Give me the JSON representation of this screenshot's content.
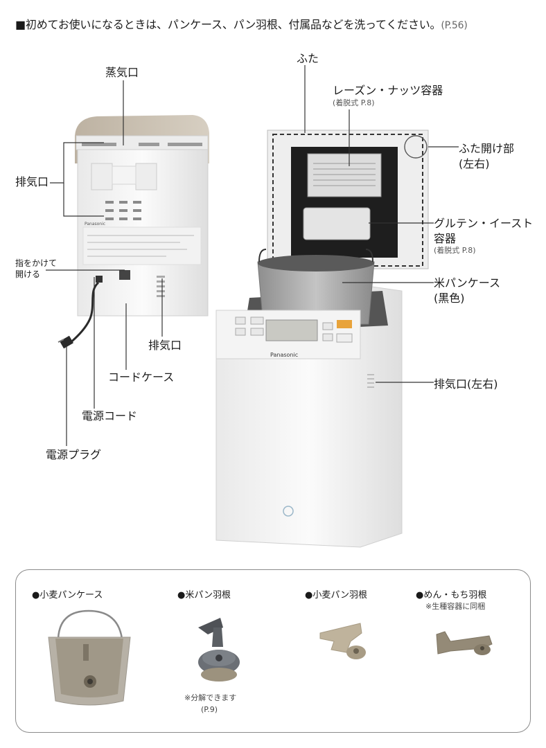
{
  "header": {
    "text": "■初めてお使いになるときは、パンケース、パン羽根、付属品などを洗ってください。",
    "ref": "(P.56)"
  },
  "labels": {
    "steam_vent": "蒸気口",
    "exhaust_back": "排気口",
    "finger_hold": "指をかけて",
    "finger_hold2": "開ける",
    "exhaust_side": "排気口",
    "cord_case": "コードケース",
    "power_cord": "電源コード",
    "power_plug": "電源プラグ",
    "lid": "ふた",
    "raisin_container": "レーズン・ナッツ容器",
    "raisin_note": "(着脱式 P.8)",
    "lid_open": "ふた開け部",
    "lid_open2": "(左右)",
    "gluten_container": "グルテン・イースト",
    "gluten_container2": "容器",
    "gluten_note": "(着脱式 P.8)",
    "rice_case": "米パンケース",
    "rice_case2": "(黒色)",
    "exhaust_lr": "排気口(左右)"
  },
  "device": {
    "brand": "Panasonic"
  },
  "accessories": {
    "wheat_case": "●小麦パンケース",
    "rice_blade": "●米パン羽根",
    "wheat_blade": "●小麦パン羽根",
    "noodle_blade": "●めん・もち羽根",
    "noodle_note": "※生種容器に同梱",
    "rice_blade_note": "※分解できます",
    "rice_blade_note2": "(P.9)"
  }
}
